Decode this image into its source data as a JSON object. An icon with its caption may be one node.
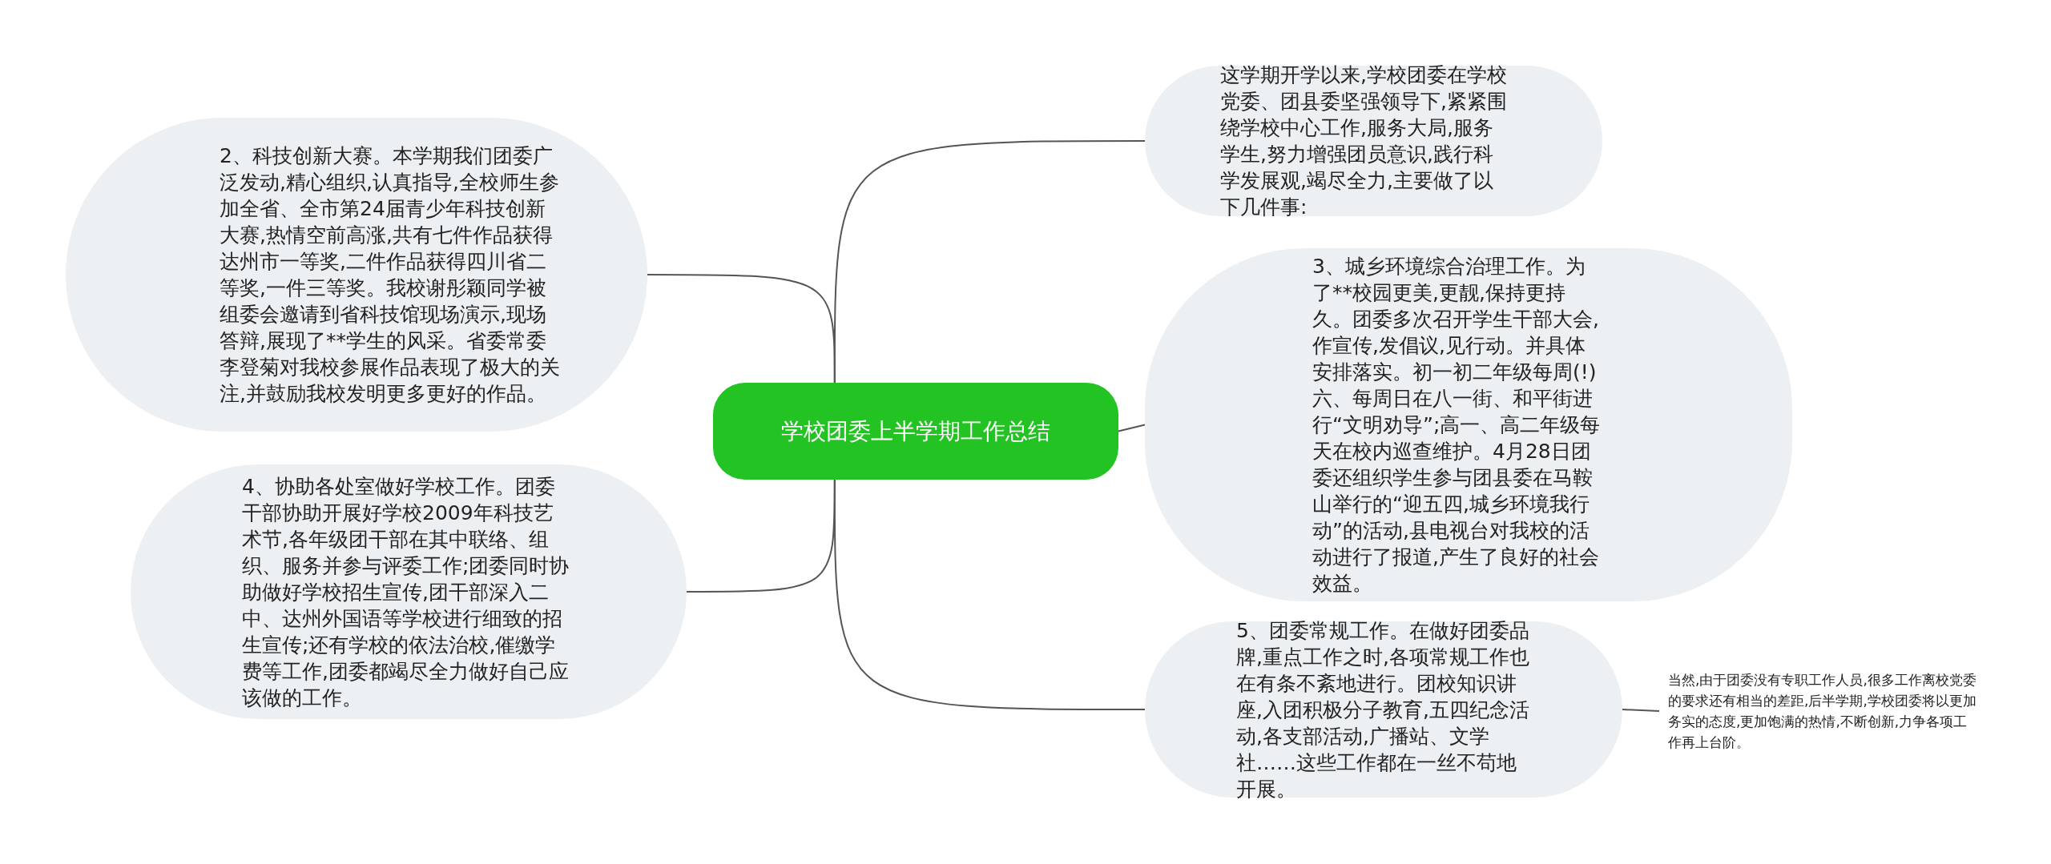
{
  "diagram": {
    "nodes": [
      {
        "text": [
          "学校团委上半学期工作总结"
        ]
      },
      {
        "text": [
          "2、科技创新大赛。本学期我们团委广泛发动,精心组织,认真指导,全校师生参加全省、全市第24届青少年科技创新大赛,热情空前高涨,共有七件作品获得达州市一等奖,二件作品获得四川省二等奖,一件三等奖。我校谢彤颖同学被组委会邀请到省科技馆现场演示,现场答辩,展现了**学生的风采。省委常委李登菊对我校参展作品表现了极大的关注,并鼓励我校发明更多更好的作品。"
        ]
      },
      {
        "text": [
          "4、协助各处室做好学校工作。团委干部协助开展好学校2009年科技艺术节,各年级团干部在其中联络、组织、服务并参与评委工作;团委同时协助做好学校招生宣传,团干部深入二中、达州外国语等学校进行细致的招生宣传;还有学校的依法治校,催缴学费等工作,团委都竭尽全力做好自己应该做的工作。"
        ]
      },
      {
        "text": [
          "这学期开学以来,学校团委在学校党委、团县委坚强领导下,紧紧围绕学校中心工作,服务大局,服务学生,努力增强团员意识,践行科学发展观,竭尽全力,主要做了以下几件事:"
        ]
      },
      {
        "text": [
          "3、城乡环境综合治理工作。为了**校园更美,更靓,保持更持久。团委多次召开学生干部大会,作宣传,发倡议,见行动。并具体安排落实。初一初二年级每周(!)六、每周日在八一街、和平街进行“文明劝导”;高一、高二年级每天在校内巡查维护。4月28日团委还组织学生参与团县委在马鞍山举行的“迎五四,城乡环境我行动”的活动,县电视台对我校的活动进行了报道,产生了良好的社会效益。"
        ]
      },
      {
        "text": [
          "5、团委常规工作。在做好团委品牌,重点工作之时,各项常规工作也在有条不紊地进行。团校知识讲座,入团积极分子教育,五四纪念活动,各支部活动,广播站、文学社……这些工作都在一丝不苟地开展。"
        ]
      },
      {
        "text": [
          "当然,由于团委没有专职工作人员,很多工作离校党委的要求还有相当的差距,后半学期,学校团委将以更加务实的态度,更加饱满的热情,不断创新,力争各项工作再上台阶。"
        ]
      }
    ],
    "edges": [
      {
        "from": 0,
        "to": 1,
        "arrow": "none"
      },
      {
        "from": 0,
        "to": 2,
        "arrow": "none"
      },
      {
        "from": 0,
        "to": 3,
        "arrow": "none"
      },
      {
        "from": 0,
        "to": 4,
        "arrow": "none"
      },
      {
        "from": 0,
        "to": 5,
        "arrow": "none"
      },
      {
        "from": 5,
        "to": 6,
        "arrow": "none"
      }
    ]
  }
}
